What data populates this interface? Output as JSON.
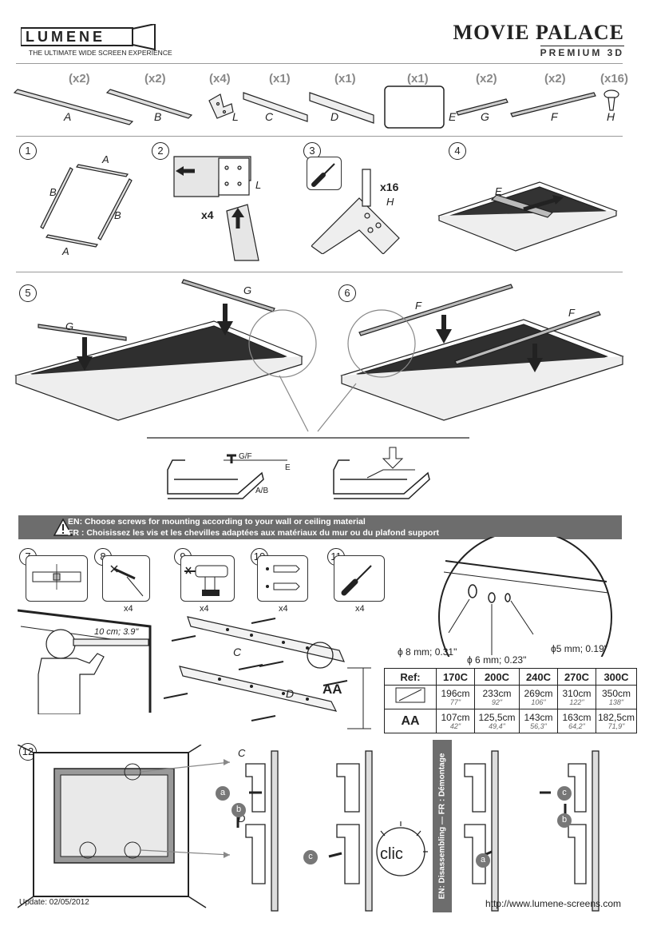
{
  "brand": {
    "logo": "LUMENE",
    "tagline": "THE ULTIMATE WIDE SCREEN EXPERIENCE"
  },
  "product": {
    "name": "MOVIE PALACE",
    "sub": "PREMIUM 3D"
  },
  "parts": [
    {
      "qty": "(x2)",
      "label": "A"
    },
    {
      "qty": "(x2)",
      "label": "B"
    },
    {
      "qty": "(x4)",
      "label": "L"
    },
    {
      "qty": "(x1)",
      "label": "C"
    },
    {
      "qty": "(x1)",
      "label": "D"
    },
    {
      "qty": "(x1)",
      "label": "E"
    },
    {
      "qty": "(x2)",
      "label": "G"
    },
    {
      "qty": "(x2)",
      "label": "F"
    },
    {
      "qty": "(x16)",
      "label": "H"
    }
  ],
  "steps": {
    "s1": {
      "num": "1",
      "labels": [
        "A",
        "B",
        "B",
        "A"
      ]
    },
    "s2": {
      "num": "2",
      "label": "L",
      "count": "x4"
    },
    "s3": {
      "num": "3",
      "label": "H",
      "count": "x16"
    },
    "s4": {
      "num": "4",
      "label": "E"
    },
    "s5": {
      "num": "5",
      "labels": [
        "G",
        "G"
      ]
    },
    "s6": {
      "num": "6",
      "labels": [
        "F",
        "F"
      ]
    },
    "profile": {
      "gf": "G/F",
      "e": "E",
      "ab": "A/B"
    },
    "s7": {
      "num": "7",
      "dim": "10 cm; 3.9\""
    },
    "s8": {
      "num": "8",
      "count": "x4"
    },
    "s9": {
      "num": "9",
      "count": "x4"
    },
    "s10": {
      "num": "10",
      "count": "x4"
    },
    "s11": {
      "num": "11",
      "count": "x4"
    },
    "s12": {
      "num": "12"
    }
  },
  "warning": {
    "en": "EN: Choose screws for mounting according to your wall or ceiling material",
    "fr": "FR : Choisissez les vis et les chevilles adaptées aux matériaux du mur ou du plafond support"
  },
  "brackets": {
    "c": "C",
    "d": "D",
    "aa": "AA"
  },
  "holes": {
    "h8": "ϕ 8 mm; 0.31\"",
    "h6": "ϕ 6 mm; 0.23\"",
    "h5": "ϕ5 mm; 0.19\""
  },
  "table": {
    "ref": "Ref:",
    "aa": "AA",
    "models": [
      "170C",
      "200C",
      "240C",
      "270C",
      "300C"
    ],
    "diag_cm": [
      "196cm",
      "233cm",
      "269cm",
      "310cm",
      "350cm"
    ],
    "diag_in": [
      "77\"",
      "92\"",
      "106\"",
      "122\"",
      "138\""
    ],
    "aa_cm": [
      "107cm",
      "125,5cm",
      "143cm",
      "163cm",
      "182,5cm"
    ],
    "aa_in": [
      "42\"",
      "49,4\"",
      "56,3\"",
      "64,2\"",
      "71,9\""
    ]
  },
  "mount": {
    "c": "C",
    "d": "D",
    "a": "a",
    "b": "b",
    "cc": "c",
    "clic": "clic",
    "disassembly": "EN: Disassembling — FR : Démontage"
  },
  "footer": {
    "update": "Update: 02/05/2012",
    "url": "http://www.lumene-screens.com"
  }
}
